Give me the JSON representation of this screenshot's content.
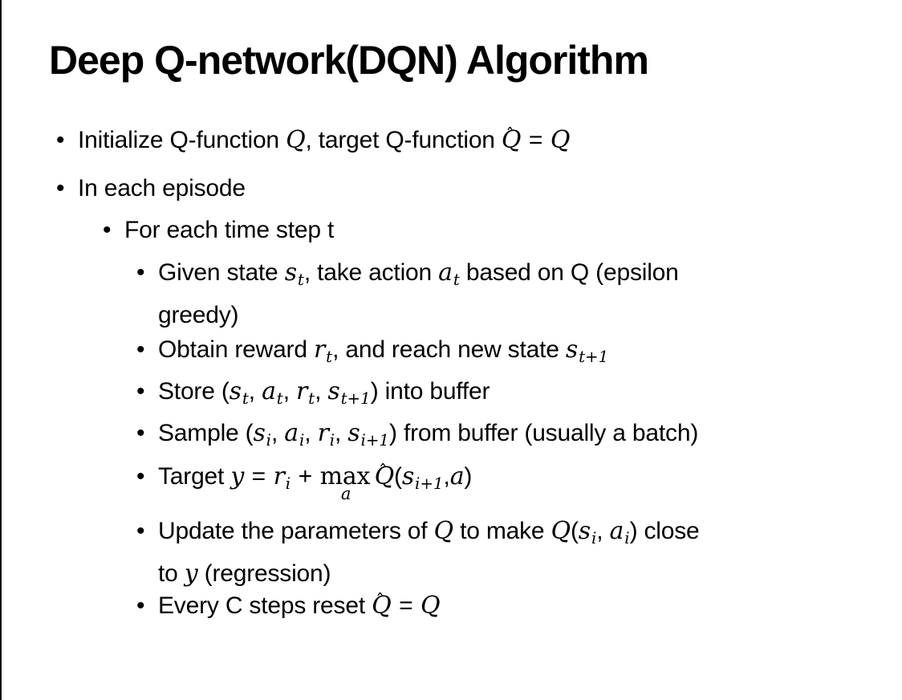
{
  "colors": {
    "background": "#ffffff",
    "text": "#000000",
    "border": "#000000"
  },
  "glyphs": {
    "bullet": "•",
    "hat": "ˆ"
  },
  "title": "Deep Q-network(DQN) Algorithm",
  "bullets": {
    "b1": {
      "t1": "Initialize Q-function ",
      "m1": "Q",
      "t2": ", target Q-function ",
      "h1": "Q",
      "eq": "=",
      "m2": "Q"
    },
    "b2": {
      "t1": "In each episode"
    },
    "b3": {
      "t1": "For each time step t"
    },
    "b4": {
      "t1": "Given state ",
      "m1": "s",
      "sub1": "t",
      "t2": ", take action ",
      "m2": "a",
      "sub2": "t",
      "t3": " based on Q (epsilon",
      "l2": "greedy)"
    },
    "b5": {
      "t1": "Obtain reward ",
      "m1": "r",
      "sub1": "t",
      "t2": ", and reach new state ",
      "m2": "s",
      "sub2": "t+1"
    },
    "b6": {
      "t1": "Store (",
      "m1": "s",
      "sub1": "t",
      "c1": ", ",
      "m2": "a",
      "sub2": "t",
      "c2": ", ",
      "m3": "r",
      "sub3": "t",
      "c3": ", ",
      "m4": "s",
      "sub4": "t+1",
      "t2": ") into buffer"
    },
    "b7": {
      "t1": "Sample (",
      "m1": "s",
      "sub1": "i",
      "c1": ", ",
      "m2": "a",
      "sub2": "i",
      "c2": ", ",
      "m3": "r",
      "sub3": "i",
      "c3": ", ",
      "m4": "s",
      "sub4": "i+1",
      "t2": ") from buffer (usually a batch)"
    },
    "b8": {
      "t1": "Target ",
      "m1": "y",
      "eq": "=",
      "m2": "r",
      "sub2": "i",
      "plus": "+",
      "max": "max",
      "maxsub": "a",
      "h1": "Q",
      "p1": "(",
      "m3": "s",
      "sub3": "i+1",
      "c1": ",",
      "m4": "a",
      "p2": ")"
    },
    "b9": {
      "t1": "Update the parameters of ",
      "m1": "Q",
      "t2": " to make ",
      "m2": "Q",
      "p1": "(",
      "m3": "s",
      "sub3": "i",
      "c1": ", ",
      "m4": "a",
      "sub4": "i",
      "p2": ")",
      "t3": " close",
      "l2a": "to ",
      "m5": "y",
      "l2b": " (regression)"
    },
    "b10": {
      "t1": "Every C steps reset ",
      "h1": "Q",
      "eq": "=",
      "m1": "Q"
    }
  }
}
